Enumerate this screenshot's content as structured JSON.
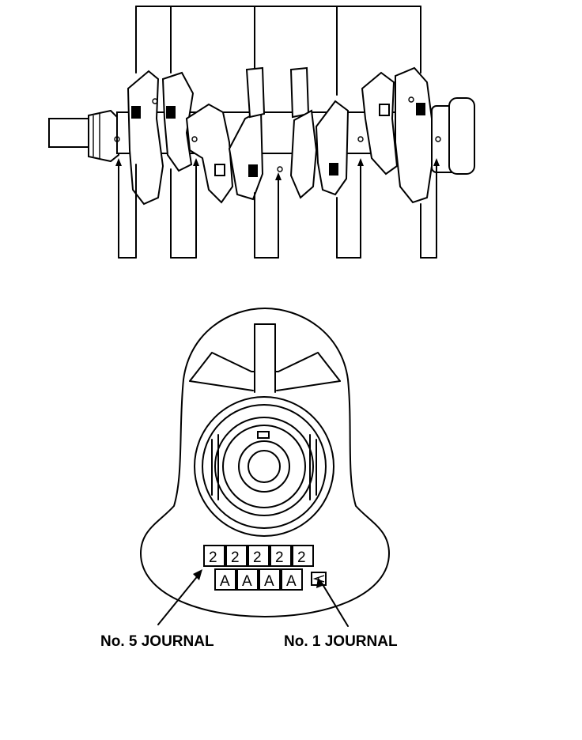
{
  "figure": {
    "main_journal_codes": [
      "2",
      "2",
      "2",
      "2",
      "2"
    ],
    "rod_journal_codes": [
      "A",
      "A",
      "A",
      "A"
    ],
    "labels": {
      "no5_journal": "No. 5 JOURNAL",
      "no1_journal": "No. 1 JOURNAL"
    },
    "colors": {
      "ink": "#000000",
      "background": "#ffffff"
    }
  }
}
